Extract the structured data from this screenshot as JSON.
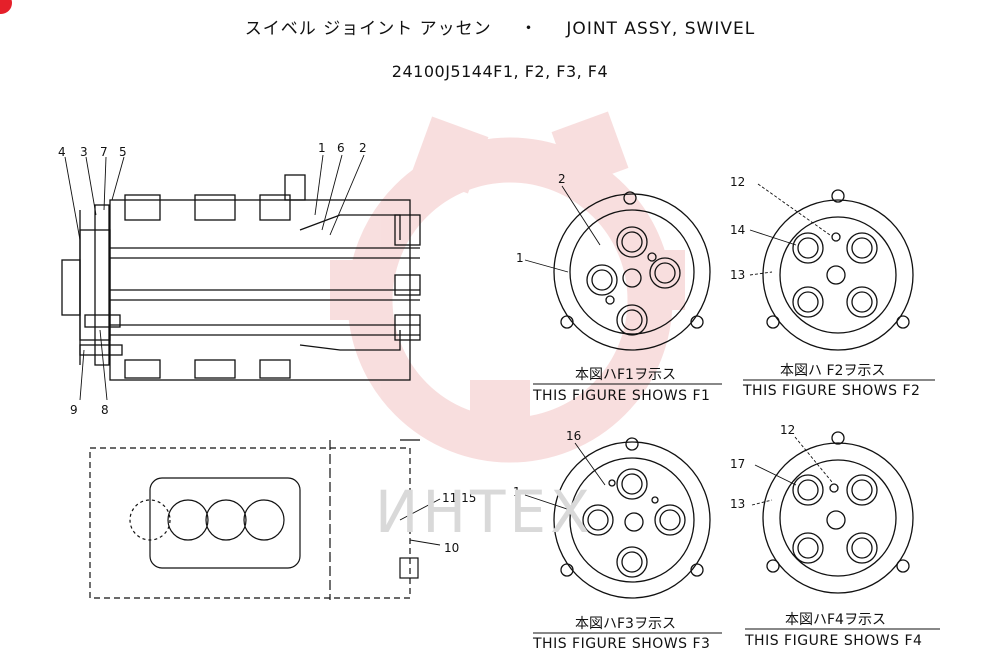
{
  "header": {
    "title_jp": "スイベル ジョイント アッセン",
    "separator": "・",
    "title_en": "JOINT ASSY, SWIVEL",
    "part_numbers": "24100J5144F1, F2, F3, F4"
  },
  "watermark": {
    "text": "ИНТЕХ",
    "color": "#f3c4c4"
  },
  "side_view_labels": [
    "4",
    "3",
    "7",
    "5",
    "1",
    "6",
    "2",
    "9",
    "8"
  ],
  "bottom_view_labels": [
    "11·15",
    "10"
  ],
  "figures": [
    {
      "id": "F1",
      "caption_jp": "本図ハF1ヲ示ス",
      "caption_en": "THIS FIGURE SHOWS  F1",
      "labels": [
        "2",
        "1"
      ]
    },
    {
      "id": "F2",
      "caption_jp": "本図ハ F2ヲ示ス",
      "caption_en": "THIS FIGURE SHOWS  F2",
      "labels": [
        "12",
        "14",
        "13"
      ]
    },
    {
      "id": "F3",
      "caption_jp": "本図ハF3ヲ示ス",
      "caption_en": "THIS FIGURE SHOWS  F3",
      "labels": [
        "16",
        "1"
      ]
    },
    {
      "id": "F4",
      "caption_jp": "本図ハF4ヲ示ス",
      "caption_en": "THIS FIGURE SHOWS  F4",
      "labels": [
        "12",
        "17",
        "13"
      ]
    }
  ]
}
